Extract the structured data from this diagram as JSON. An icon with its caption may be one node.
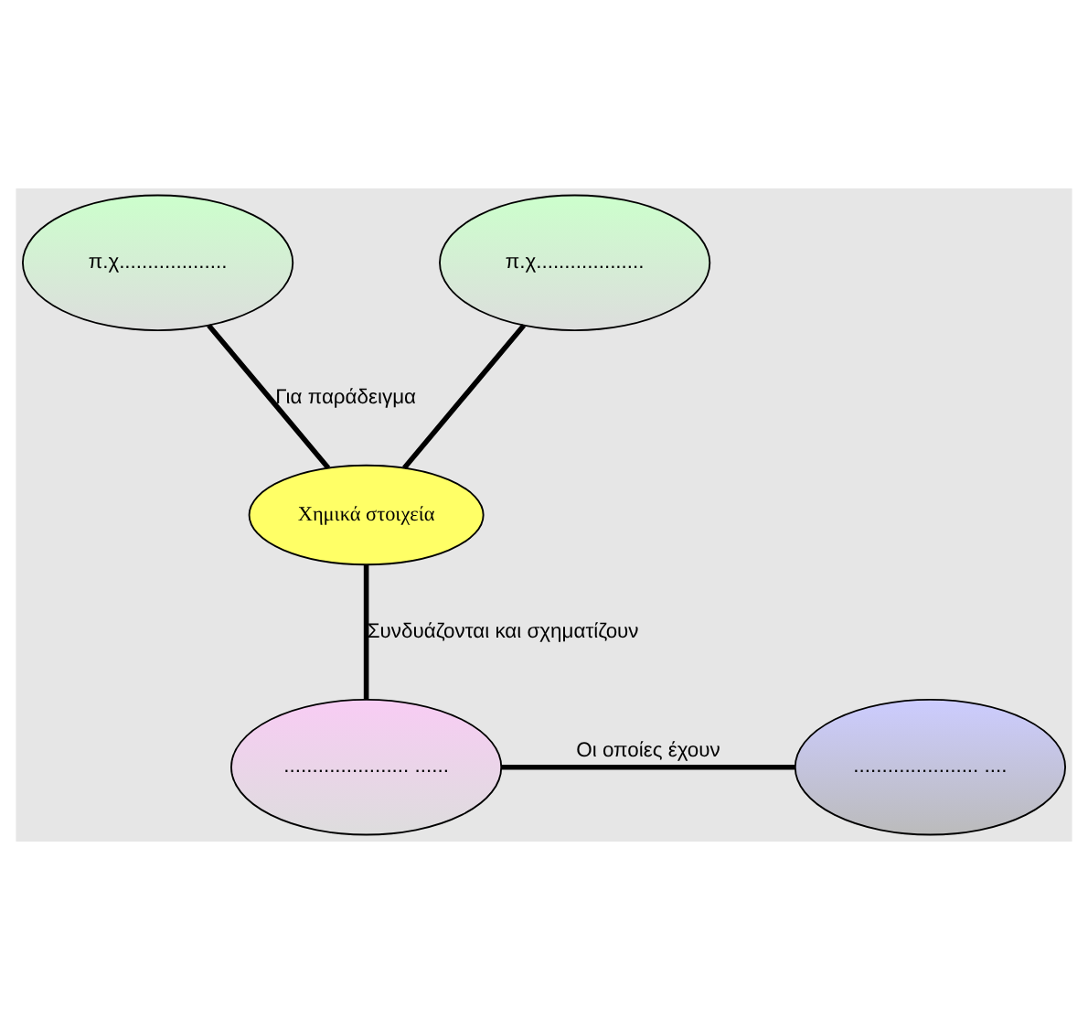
{
  "diagram": {
    "nodes": [
      {
        "text": [
          "π.χ..................."
        ]
      },
      {
        "text": [
          "π.χ..................."
        ]
      },
      {
        "text": [
          "Χημικά στοιχεία"
        ]
      },
      {
        "text": [
          "...................... ......"
        ]
      },
      {
        "text": [
          "...................... ...."
        ]
      }
    ],
    "edges": [
      {
        "from": 2,
        "to": 0,
        "arrow": "none",
        "label": "Για παράδειγμα"
      },
      {
        "from": 2,
        "to": 1,
        "arrow": "none"
      },
      {
        "from": 2,
        "to": 3,
        "arrow": "none",
        "label": "Συνδυάζονται και σχηματίζουν"
      },
      {
        "from": 3,
        "to": 4,
        "arrow": "none",
        "label": "Οι οποίες έχουν"
      }
    ]
  }
}
